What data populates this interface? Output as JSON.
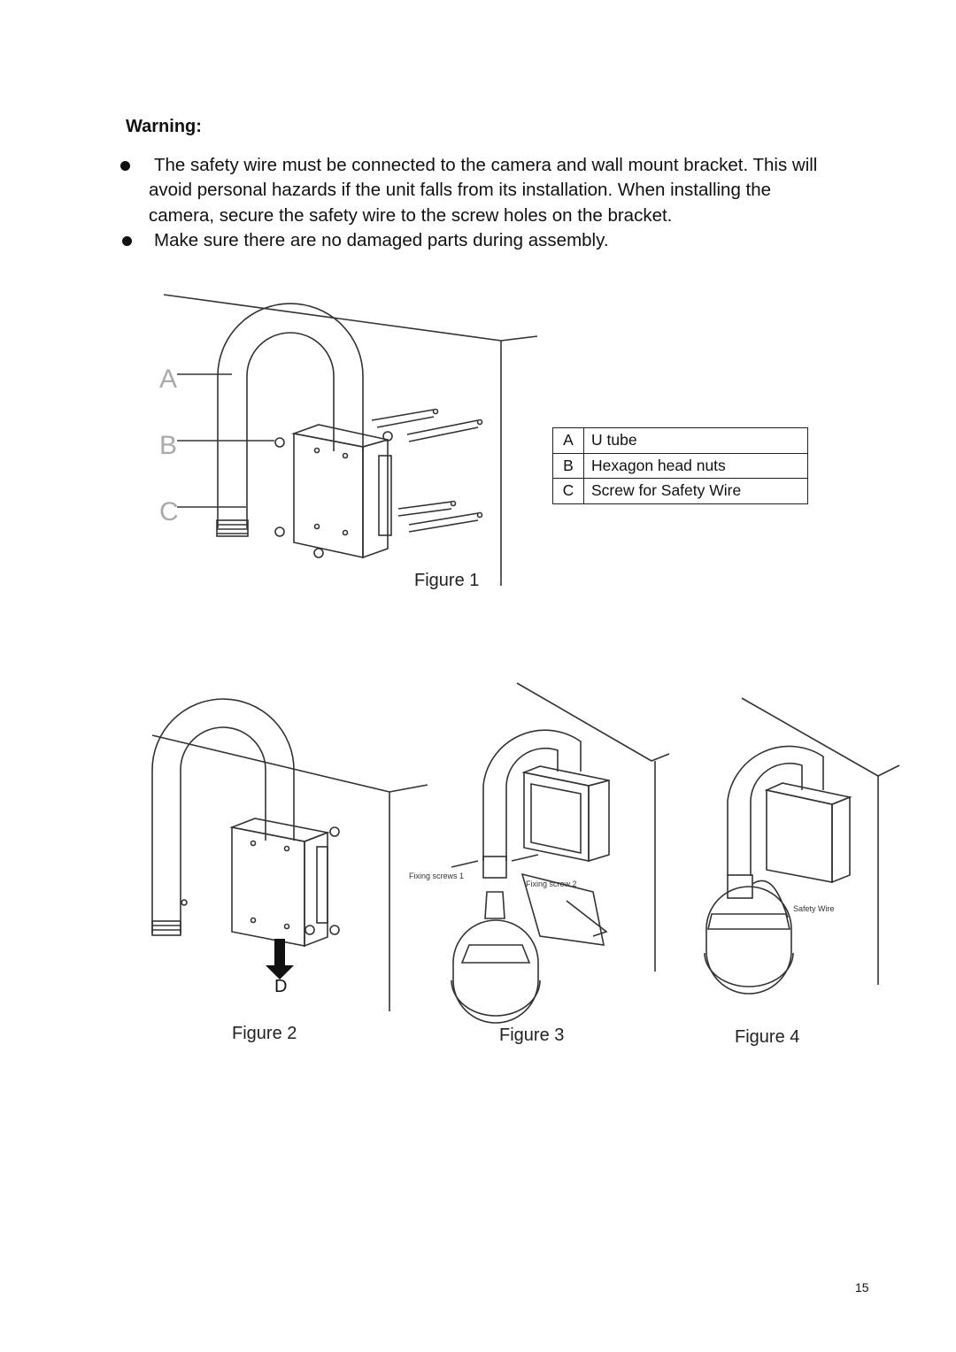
{
  "warning_heading": "Warning:",
  "bullets": [
    {
      "line1": "The safety wire must be connected to the camera and wall mount bracket. This will",
      "line2": "avoid personal hazards if the unit falls from its installation. When installing the",
      "line3": "camera, secure the safety wire to the screw holes on the bracket."
    },
    {
      "line1": "Make sure there are no damaged parts during assembly."
    }
  ],
  "legend": [
    {
      "key": "A",
      "label": "U tube"
    },
    {
      "key": "B",
      "label": "Hexagon head nuts"
    },
    {
      "key": "C",
      "label": "Screw for Safety Wire"
    }
  ],
  "figure1": {
    "caption": "Figure 1",
    "label_a": "A",
    "label_b": "B",
    "label_c": "C"
  },
  "figure2": {
    "caption": "Figure 2",
    "label_d": "D"
  },
  "figure3": {
    "caption": "Figure 3",
    "fixing_screws_1": "Fixing screws 1",
    "fixing_screw_2": "Fixing screw 2"
  },
  "figure4": {
    "caption": "Figure 4",
    "safety_wire": "Safety Wire"
  },
  "page_number": "15"
}
